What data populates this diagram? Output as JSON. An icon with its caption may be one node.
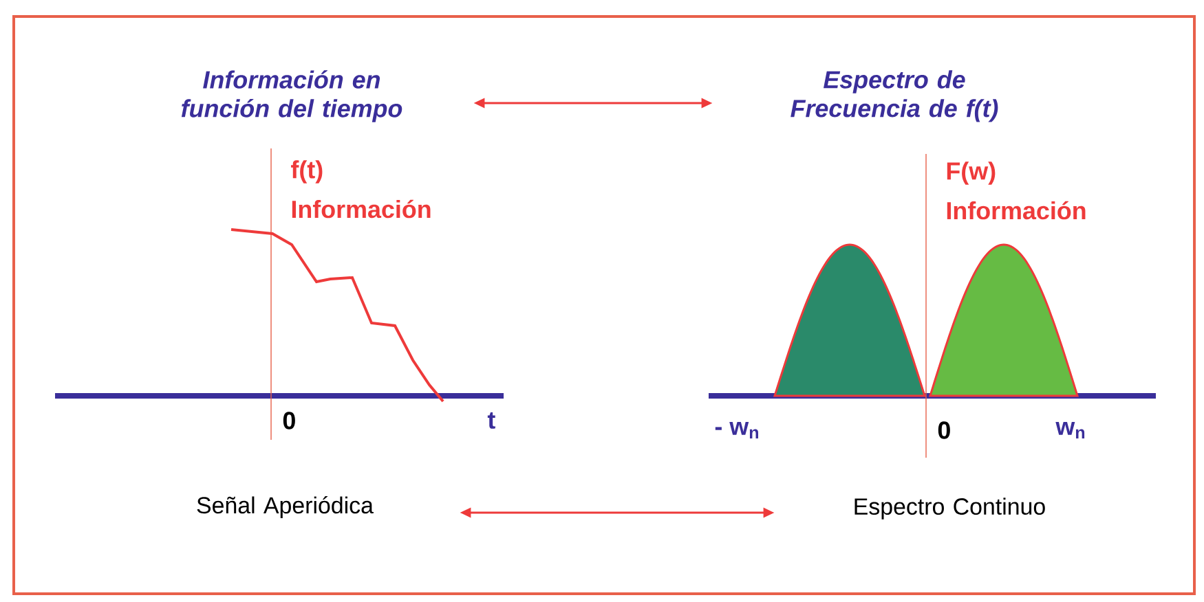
{
  "diagram": {
    "nodes": [
      {
        "text": [
          "Información en función del tiempo"
        ]
      },
      {
        "text": [
          "Espectro de Frecuencia de f(t)"
        ]
      },
      {
        "text": [
          "Señal Aperiódica"
        ]
      },
      {
        "text": [
          "Espectro Continuo"
        ]
      }
    ],
    "edges": [
      {
        "from": 0,
        "to": 1,
        "arrow": "both"
      },
      {
        "from": 2,
        "to": 3,
        "arrow": "both"
      }
    ],
    "labels": [
      "f(t)",
      "Información",
      "0",
      "t",
      "F(w)",
      "Información",
      "- w$_{n}$",
      "0",
      "w$_{n}$"
    ]
  }
}
